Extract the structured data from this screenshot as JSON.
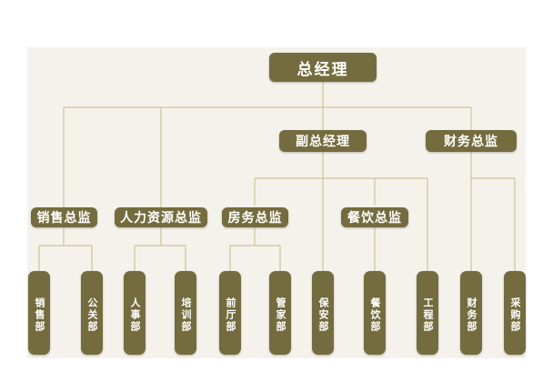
{
  "org": {
    "gm": "总经理",
    "deputy_gm": "副总经理",
    "finance_director": "财务总监",
    "sales_director": "销售总监",
    "hr_director": "人力资源总监",
    "rooms_director": "房务总监",
    "fnb_director": "餐饮总监",
    "depts": {
      "sales": "销售部",
      "pr": "公关部",
      "personnel": "人事部",
      "training": "培训部",
      "front_office": "前厅部",
      "housekeeping": "管家部",
      "security": "保安部",
      "catering": "餐饮部",
      "engineering": "工程部",
      "finance": "财务部",
      "purchasing": "采购部"
    }
  },
  "colors": {
    "node": "#746c3e",
    "line": "#cfc49a",
    "panel": "#f5f2ec"
  }
}
